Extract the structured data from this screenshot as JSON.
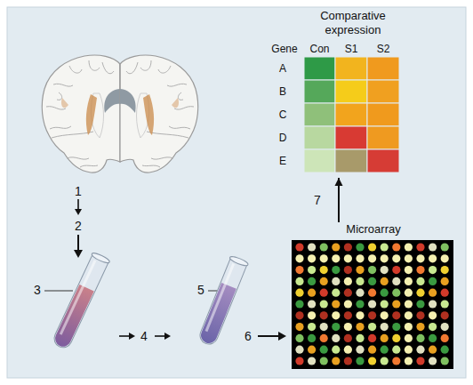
{
  "diagram": {
    "nodes": [
      {
        "text": [
          "Comparative expression"
        ]
      },
      {
        "text": [
          "Microarray"
        ]
      }
    ],
    "edges": [
      {
        "from": 1,
        "to": 0,
        "arrow": "to",
        "label": "7"
      }
    ],
    "labels": [
      "1",
      "2",
      "3",
      "4",
      "5",
      "6",
      "Gene",
      "Con",
      "S1",
      "S2",
      "A",
      "B",
      "C",
      "D",
      "E"
    ]
  }
}
